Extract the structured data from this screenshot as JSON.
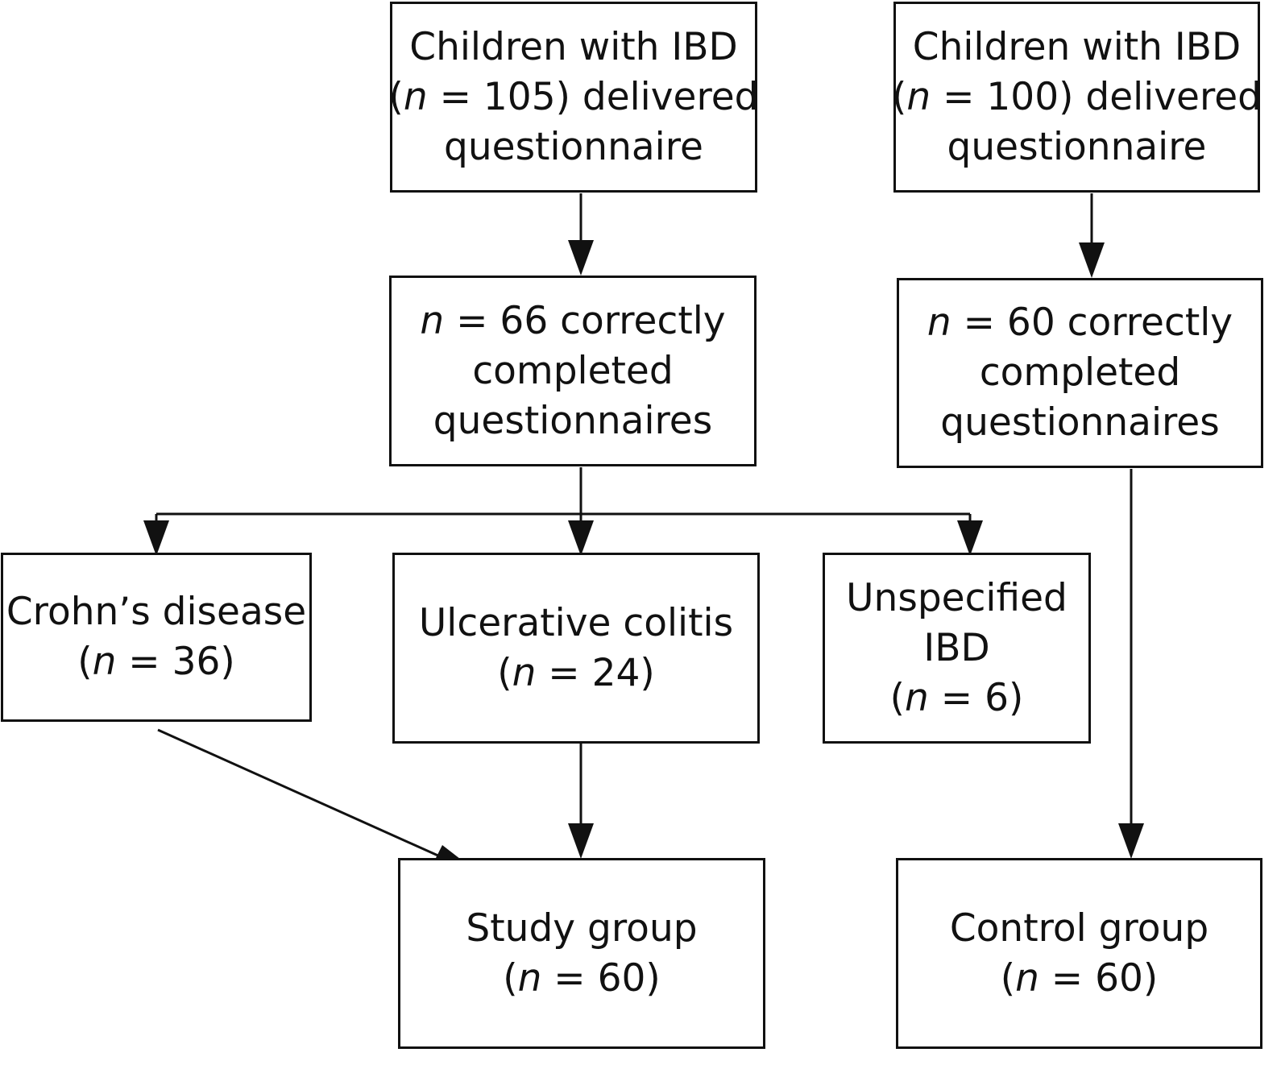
{
  "boxes": {
    "top_left": {
      "l1": "Children with IBD",
      "l2a": "(",
      "l2n": "n",
      "l2b": " = 105) delivered",
      "l3": "questionnaire"
    },
    "top_right": {
      "l1": "Children with IBD",
      "l2a": "(",
      "l2n": "n",
      "l2b": " = 100) delivered",
      "l3": "questionnaire"
    },
    "mid_left": {
      "l1n": "n",
      "l1b": " = 66 correctly",
      "l2": "completed",
      "l3": "questionnaires"
    },
    "mid_right": {
      "l1n": "n",
      "l1b": " = 60 correctly",
      "l2": "completed",
      "l3": "questionnaires"
    },
    "crohn": {
      "l1": "Crohn’s disease",
      "l2a": "(",
      "l2n": "n",
      "l2b": " = 36)"
    },
    "uc": {
      "l1": "Ulcerative colitis",
      "l2a": "(",
      "l2n": "n",
      "l2b": " = 24)"
    },
    "unspec": {
      "l1": "Unspecified",
      "l2": "IBD",
      "l3a": "(",
      "l3n": "n",
      "l3b": " = 6)"
    },
    "study": {
      "l1": "Study group",
      "l2a": "(",
      "l2n": "n",
      "l2b": " = 60)"
    },
    "control": {
      "l1": "Control group",
      "l2a": "(",
      "l2n": "n",
      "l2b": " = 60)"
    }
  },
  "colors": {
    "stroke": "#111111",
    "background": "#ffffff"
  }
}
